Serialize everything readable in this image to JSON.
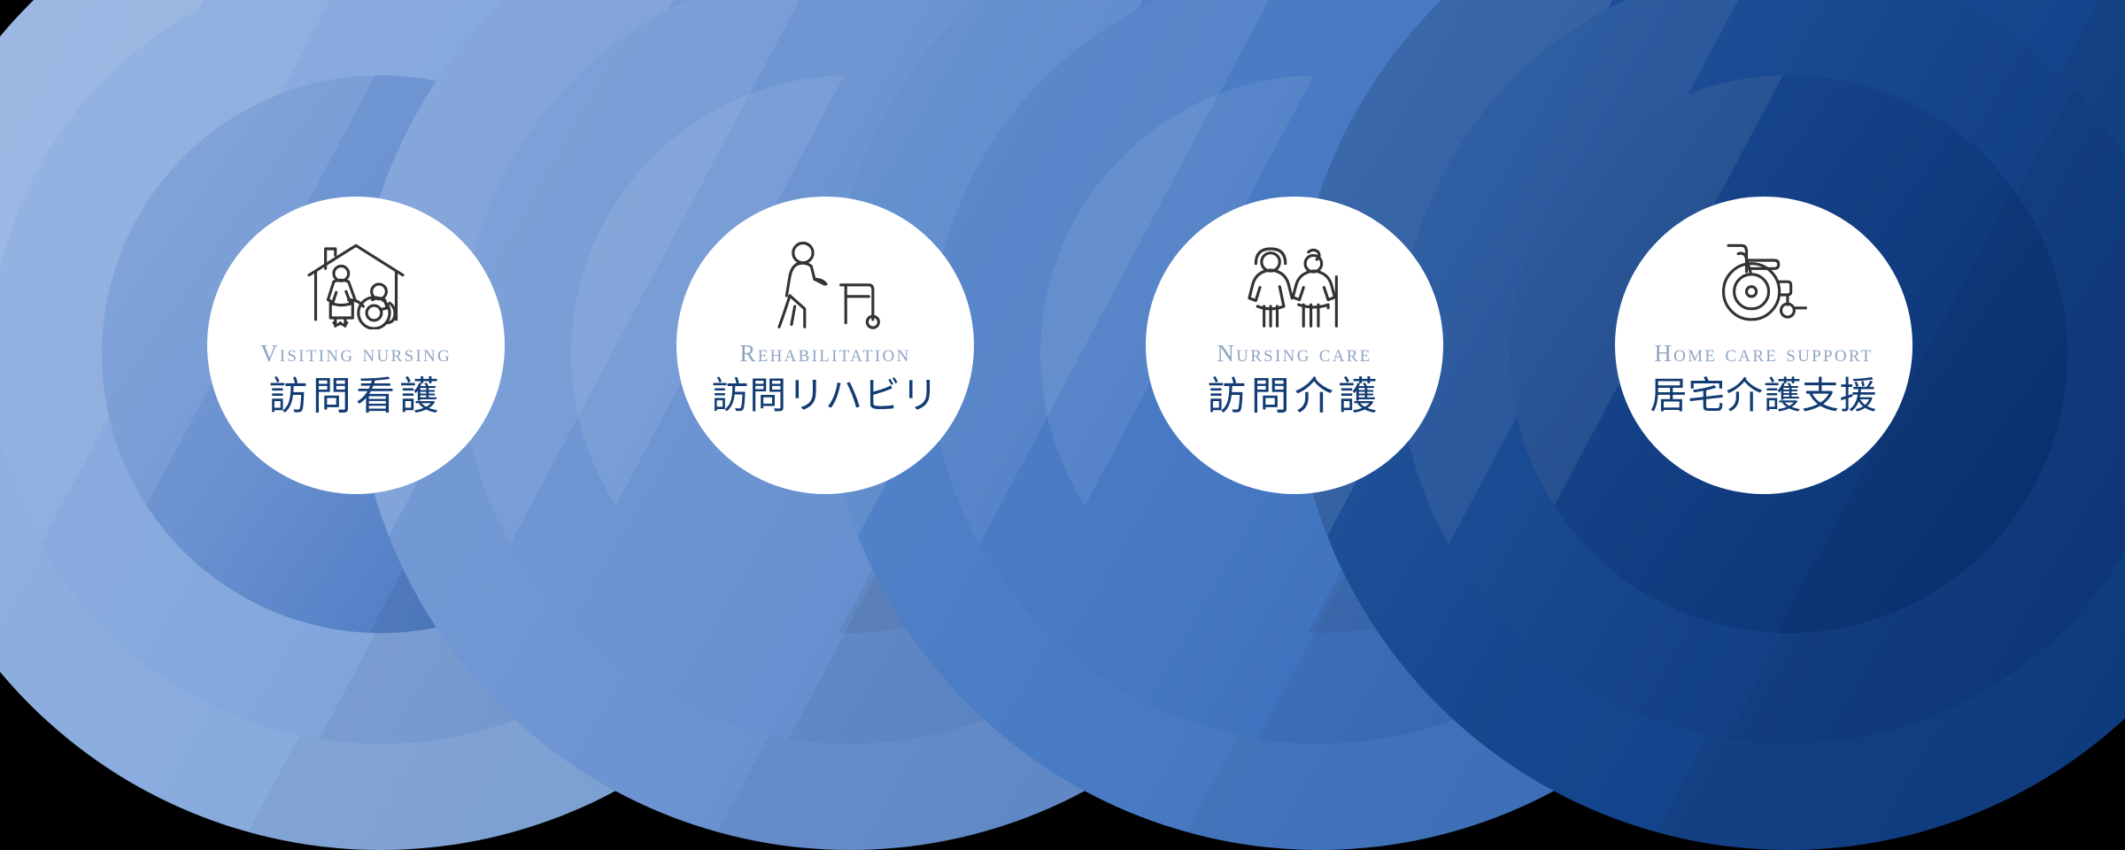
{
  "section": {
    "name": "services-circles",
    "background_color": "#000000",
    "badge_color": "#ffffff",
    "english_label_color": "#8fa4c4",
    "japanese_label_color": "#123c74",
    "icon_stroke_color": "#333333"
  },
  "services": [
    {
      "id": "visiting-nursing",
      "english": "Visiting nursing",
      "japanese": "訪問看護",
      "icon": "house-nurse-wheelchair-icon",
      "colors": {
        "outer": "#8badde",
        "mid": "#7fa3da",
        "inner": "#5b88cb",
        "sheen": "#6f99d6"
      }
    },
    {
      "id": "rehabilitation",
      "english": "Rehabilitation",
      "japanese": "訪問リハビリ",
      "icon": "walking-person-walker-icon",
      "colors": {
        "outer": "#6e95d2",
        "mid": "#6690cf",
        "inner": "#3f71bf",
        "sheen": "#5886c9"
      }
    },
    {
      "id": "nursing-care",
      "english": "Nursing care",
      "japanese": "訪問介護",
      "icon": "two-people-cane-icon",
      "colors": {
        "outer": "#4a7cc4",
        "mid": "#3f72bd",
        "inner": "#1f55a8",
        "sheen": "#36६8b6"
      }
    },
    {
      "id": "home-care-support",
      "english": "Home care support",
      "japanese": "居宅介護支援",
      "icon": "wheelchair-icon",
      "colors": {
        "outer": "#17488f",
        "mid": "#123f84",
        "inner": "#0a3576",
        "sheen": "#1b4e98"
      }
    }
  ]
}
